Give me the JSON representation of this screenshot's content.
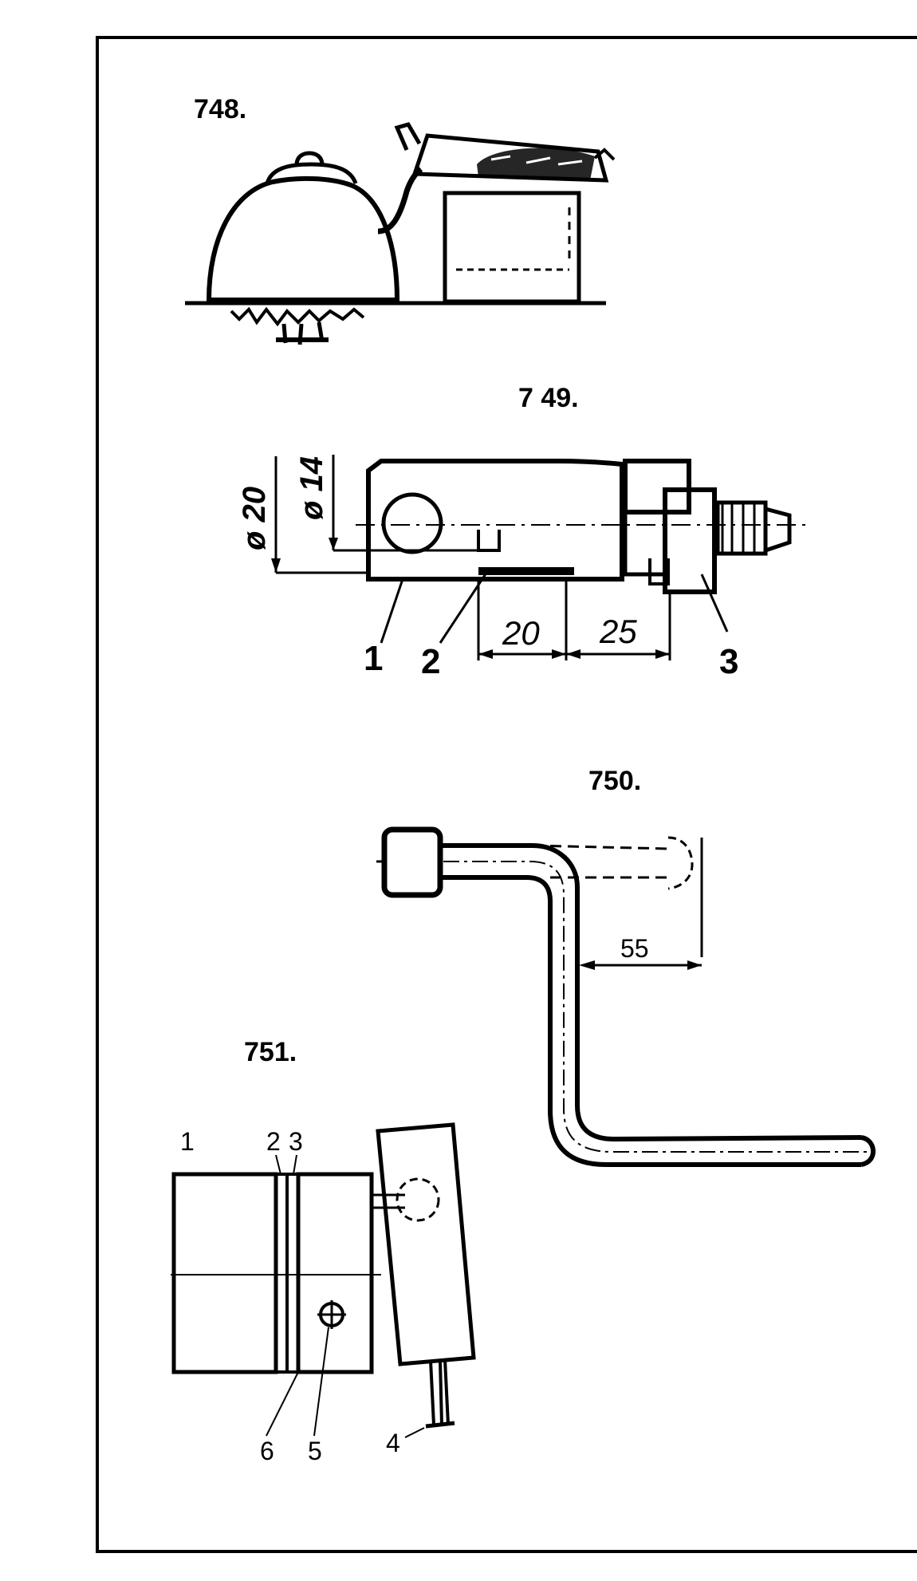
{
  "figures": {
    "fig748": {
      "number": "748."
    },
    "fig749": {
      "number": "7 49.",
      "dims": {
        "dia_outer": "ø 20",
        "dia_inner": "ø 14",
        "len_a": "20",
        "len_b": "25"
      },
      "parts": [
        "1",
        "2",
        "3"
      ]
    },
    "fig750": {
      "number": "750.",
      "dim": "55"
    },
    "fig751": {
      "number": "751.",
      "parts": [
        "1",
        "2",
        "3",
        "4",
        "5",
        "6"
      ]
    }
  },
  "colors": {
    "ink": "#000000",
    "paper": "#ffffff"
  }
}
